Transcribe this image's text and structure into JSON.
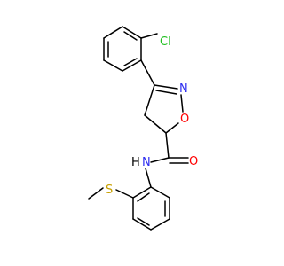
{
  "molecule": {
    "atoms": {
      "chlorine": "Cl",
      "isoxazoline_nitrogen": "N",
      "isoxazoline_oxygen": "O",
      "amide_oxygen": "O",
      "amide_nitrogen": "N",
      "amide_hydrogen": "H",
      "sulfur": "S"
    },
    "colors": {
      "bond": "#000000",
      "chlorine": "#1fbf1f",
      "nitrogen": "#3030f0",
      "oxygen": "#ff0000",
      "sulfur": "#c8a000",
      "carbon_text": "#000000"
    }
  }
}
